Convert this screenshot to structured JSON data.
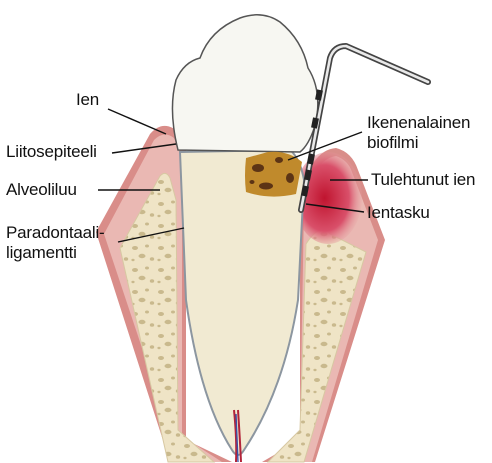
{
  "labels": {
    "ien": "Ien",
    "liitosepiteeli": "Liitosepiteeli",
    "alveoliluu": "Alveoliluu",
    "paradontaali_line1": "Paradontaali-",
    "paradontaali_line2": "ligamentti",
    "ikenenalainen_line1": "Ikenenalainen",
    "ikenenalainen_line2": "biofilmi",
    "tulehtunut_ien": "Tulehtunut ien",
    "ientasku": "Ientasku"
  },
  "colors": {
    "enamel": "#f7f7f2",
    "dentin": "#f1ead2",
    "gum": "#eab8b3",
    "gum_outer": "#d98d89",
    "bone": "#efe4c6",
    "bone_spots": "#cdbf97",
    "inflamed": "#c81e3a",
    "biofilm": "#c08a2c",
    "probe": "#555555"
  }
}
